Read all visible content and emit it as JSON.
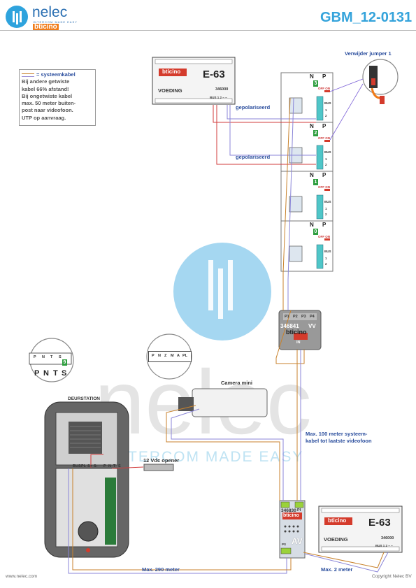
{
  "header": {
    "brand_name": "nelec",
    "brand_tagline": "INTERCOM MADE EASY",
    "brand_partner": "bticino",
    "document_code": "GBM_12-0131"
  },
  "note_box": {
    "legend_label": "= systeemkabel",
    "lines": [
      "Bij andere getwiste",
      "kabel 66% afstand!",
      "Bij ongetwiste kabel",
      "max. 50 meter buiten-",
      "post naar videofoon.",
      "UTP op aanvraag."
    ]
  },
  "jumper_callout": {
    "label": "Verwijder jumper 1"
  },
  "power_supply_top": {
    "brand": "bticino",
    "model": "E-63",
    "label": "VOEDING",
    "part_no": "346000",
    "terminals": "BUS 1 2 ~ ~"
  },
  "power_supply_bottom": {
    "brand": "bticino",
    "model": "E-63",
    "label": "VOEDING",
    "part_no": "346000",
    "terminals": "BUS 1 2 ~ ~"
  },
  "wire_labels": {
    "polarized_1": "gepolariseerd",
    "polarized_2": "gepolariseerd",
    "max_100": "Max. 100 meter systeem-\nkabel tot laatste videofoon",
    "max_290": "Max. 290 meter",
    "max_2": "Max. 2 meter"
  },
  "videophones": [
    {
      "np_n": "N",
      "np_p": "P",
      "number": "3",
      "switch": "OFF ON"
    },
    {
      "np_n": "N",
      "np_p": "P",
      "number": "2",
      "switch": "OFF ON"
    },
    {
      "np_n": "N",
      "np_p": "P",
      "number": "1",
      "switch": "OFF ON"
    },
    {
      "np_n": "N",
      "np_p": "P",
      "number": "0",
      "switch": "OFF ON"
    }
  ],
  "videophone_terminals": [
    "BUS",
    "1",
    "2"
  ],
  "distributor": {
    "ports": [
      "P1",
      "P2",
      "P3",
      "P4"
    ],
    "code": "346841",
    "vv": "VV",
    "brand": "bticino",
    "in_label": "IN"
  },
  "interface": {
    "code": "346830",
    "brand": "bticino",
    "pi": "PI",
    "av": "AV",
    "ps": "PS"
  },
  "camera": {
    "label": "Camera mini",
    "terminal_strip": [
      "P",
      "N",
      "Z",
      "M",
      "A",
      "PL"
    ]
  },
  "door_station": {
    "label": "DEURSTATION",
    "terminals_left": [
      "BUS",
      "PL",
      "S+",
      "S-"
    ],
    "terminals_right": [
      "P",
      "N",
      "T",
      "S"
    ]
  },
  "door_zoom": {
    "heads": [
      "P",
      "N",
      "T",
      "S"
    ],
    "number": "9",
    "labels": [
      "P",
      "N",
      "T",
      "S"
    ]
  },
  "opener": {
    "label": "12 Vdc opener"
  },
  "watermark": {
    "text": "INTERCOM MADE EASY"
  },
  "footer": {
    "url": "www.nelec.com",
    "copyright": "Copyright Nelec BV"
  },
  "colors": {
    "accent": "#34a3db",
    "label_blue": "#2c4f9e",
    "cable_orange": "#c8822c",
    "cable_violet": "#8b86d8",
    "cable_red": "#d23b3b"
  }
}
